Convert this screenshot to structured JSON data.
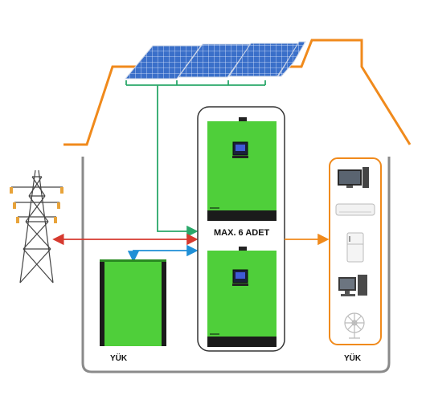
{
  "labels": {
    "max_units": "MAX. 6 ADET",
    "load_left": "YÜK",
    "load_right": "YÜK"
  },
  "colors": {
    "roof": "#f08a1c",
    "house_wall": "#8a8a8a",
    "grid_line": "#d63a2f",
    "battery_line": "#1f8fd6",
    "solar_line": "#2aa86a",
    "load_line": "#f08a1c",
    "inverter_body": "#4fcf3a",
    "battery_body": "#4fcf3a",
    "panel_blue": "#3a6fc9"
  },
  "icons": [
    "solar-panel-icon",
    "power-tower-icon",
    "inverter-icon",
    "battery-icon",
    "tv-icon",
    "air-conditioner-icon",
    "refrigerator-icon",
    "computer-icon",
    "fan-icon"
  ]
}
